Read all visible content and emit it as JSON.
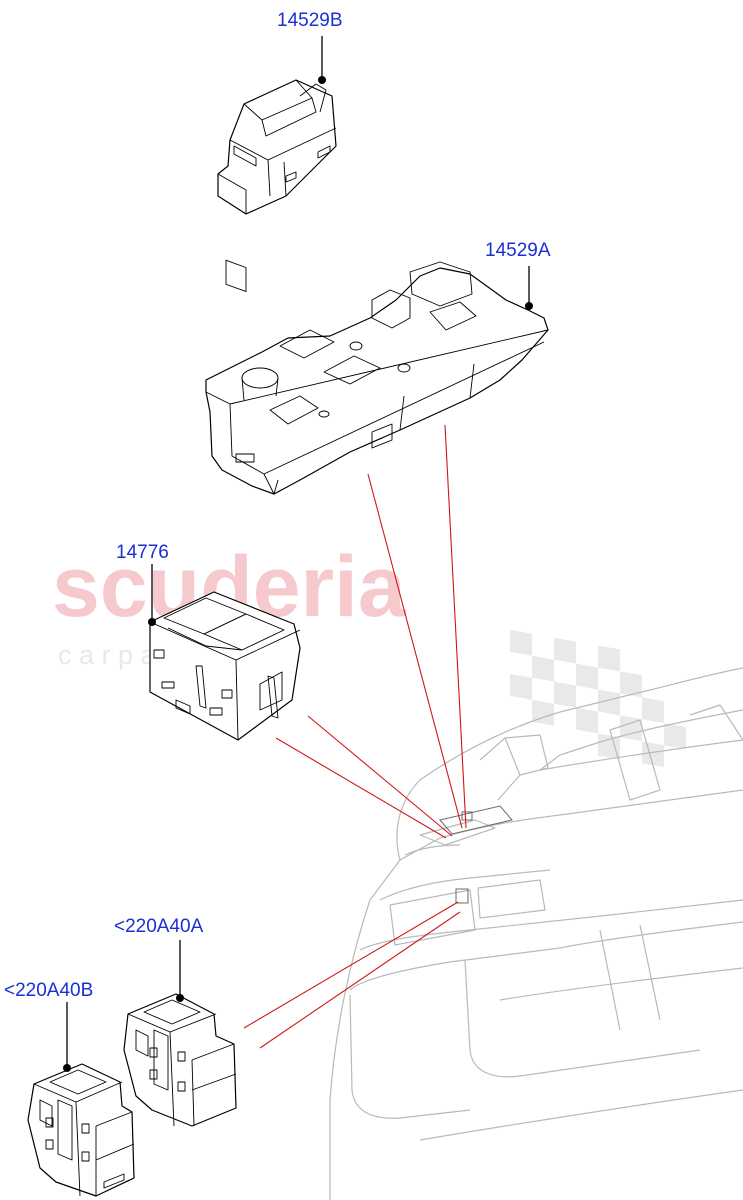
{
  "watermark": {
    "brand": "scuderia",
    "sub": "c a r   p a r t s",
    "color_text": "#f6c9cd",
    "color_flag": "#e9e9e9"
  },
  "labels": {
    "part_14529B": "14529B",
    "part_14529A": "14529A",
    "part_14776": "14776",
    "part_220A40A": "<220A40A",
    "part_220A40B": "<220A40B"
  },
  "colors": {
    "label": "#1a2fd6",
    "callout_line": "#d01818",
    "door_outline": "#b9b9b9"
  }
}
